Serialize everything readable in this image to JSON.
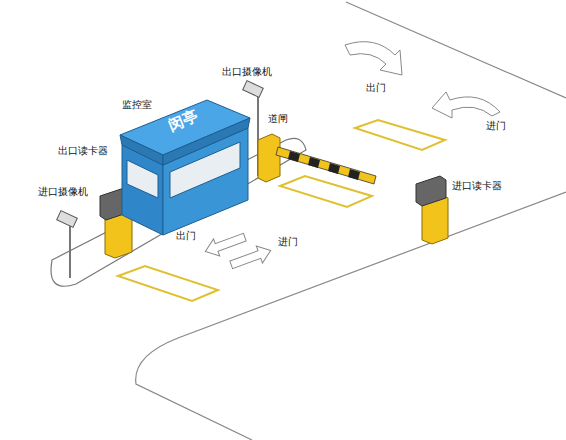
{
  "diagram": {
    "nodes": [
      {
        "text": [
          "监控室",
          "闵亭"
        ]
      }
    ],
    "labels": [
      "出口摄像机",
      "道闸",
      "出口读卡器",
      "进口摄像机",
      "出门",
      "进门",
      "进口读卡器",
      "出门",
      "进门"
    ]
  }
}
